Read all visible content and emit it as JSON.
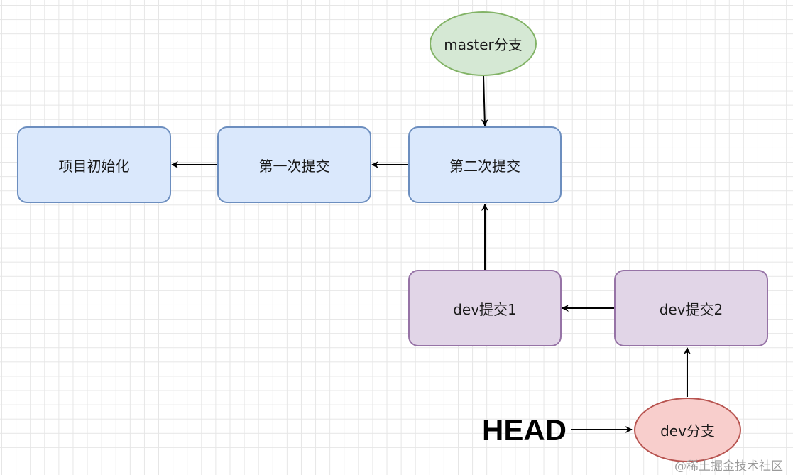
{
  "diagram": {
    "nodes": {
      "init": "项目初始化",
      "commit1": "第一次提交",
      "commit2": "第二次提交",
      "dev_commit1": "dev提交1",
      "dev_commit2": "dev提交2",
      "master_branch": "master分支",
      "dev_branch": "dev分支"
    },
    "head_label": "HEAD",
    "edges": [
      {
        "from": "commit1",
        "to": "init"
      },
      {
        "from": "commit2",
        "to": "commit1"
      },
      {
        "from": "master_branch",
        "to": "commit2"
      },
      {
        "from": "dev_commit1",
        "to": "commit2"
      },
      {
        "from": "dev_commit2",
        "to": "dev_commit1"
      },
      {
        "from": "dev_branch",
        "to": "dev_commit2"
      },
      {
        "from": "head_label",
        "to": "dev_branch"
      }
    ],
    "colors": {
      "main_fill": "#dae8fc",
      "main_stroke": "#6c8ebf",
      "dev_fill": "#e1d5e7",
      "dev_stroke": "#9673a6",
      "master_fill": "#d5e8d4",
      "master_stroke": "#82b366",
      "dev_branch_fill": "#f8cecc",
      "dev_branch_stroke": "#b85450"
    }
  },
  "watermark": "@稀土掘金技术社区"
}
